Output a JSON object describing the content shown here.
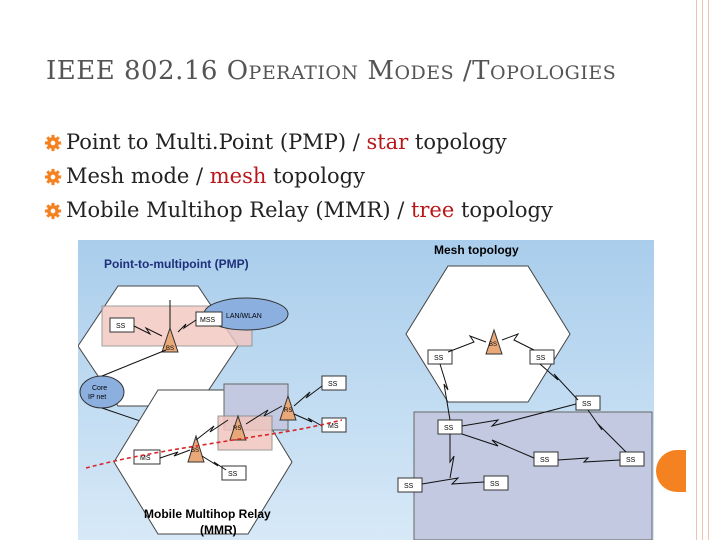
{
  "slide": {
    "title_parts": [
      "IEEE 802.16 O",
      "PERATION",
      " M",
      "ODES",
      " /T",
      "OPOLOGIES"
    ],
    "bullets": [
      {
        "before": "Point to Multi.Point (PMP) / ",
        "highlight": "star",
        "after": " topology"
      },
      {
        "before": "Mesh mode / ",
        "highlight": "mesh",
        "after": " topology"
      },
      {
        "before": "Mobile Multihop Relay (MMR) / ",
        "highlight": "tree",
        "after": " topology"
      }
    ],
    "bullet_icon": "gear-icon",
    "accent_color": "#f58220",
    "highlight_color": "#b9161a"
  },
  "figure": {
    "pmp_title": "Point-to-multipoint (PMP)",
    "mesh_title": "Mesh topology",
    "mmr_title_line1": "Mobile Multihop Relay",
    "mmr_title_line2": "(MMR)",
    "lan": "LAN/WLAN",
    "core_line1": "Core",
    "core_line2": "IP net",
    "ss": "SS",
    "mss": "MSS",
    "rs": "RS",
    "ms": "MS",
    "bs": "BS"
  }
}
